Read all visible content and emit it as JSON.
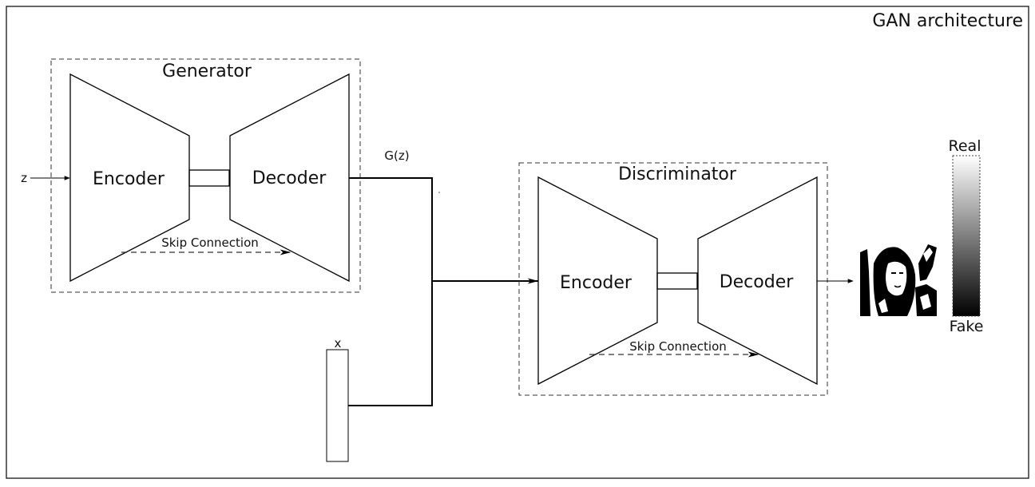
{
  "title": "GAN architecture",
  "generator": {
    "label": "Generator",
    "encoder_label": "Encoder",
    "decoder_label": "Decoder",
    "skip_label": "Skip Connection"
  },
  "discriminator": {
    "label": "Discriminator",
    "encoder_label": "Encoder",
    "decoder_label": "Decoder",
    "skip_label": "Skip Connection"
  },
  "inputs": {
    "z_label": "z",
    "gz_label": "G(z)",
    "x_label": "x"
  },
  "scale": {
    "top_label": "Real",
    "bottom_label": "Fake"
  }
}
